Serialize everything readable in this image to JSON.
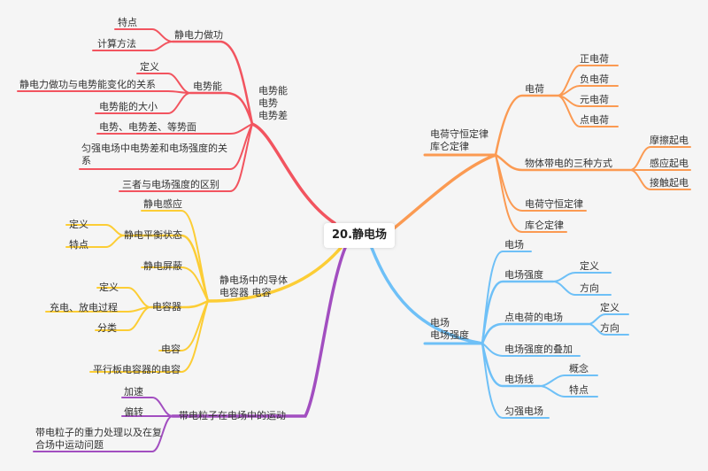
{
  "root": "20.静电场",
  "colors": {
    "red": "#f2545f",
    "yellow": "#fccd35",
    "purple": "#a24ec0",
    "orange": "#fb9a52",
    "blue": "#6ec0f7"
  },
  "branches": {
    "potential": {
      "title": "电势能\n电势\n电势差",
      "work": {
        "label": "静电力做功",
        "children": [
          "特点",
          "计算方法"
        ]
      },
      "energy": {
        "label": "电势能",
        "children": [
          "定义",
          "静电力做功与电势能变化的关系",
          "电势能的大小"
        ]
      },
      "items": [
        "电势、电势差、等势面",
        "匀强电场中电势差和电场强度的关系",
        "三者与电场强度的区别"
      ]
    },
    "conductor": {
      "title": "静电场中的导体\n电容器 电容",
      "induction": "静电感应",
      "equilibrium": {
        "label": "静电平衡状态",
        "children": [
          "定义",
          "特点"
        ]
      },
      "shielding": "静电屏蔽",
      "capacitor": {
        "label": "电容器",
        "children": [
          "定义",
          "充电、放电过程",
          "分类"
        ]
      },
      "capacitance": "电容",
      "parallel": "平行板电容器的电容"
    },
    "particle": {
      "title": "带电粒子在电场中的运动",
      "children": [
        "加速",
        "偏转",
        "带电粒子的重力处理以及在复合场中运动问题"
      ]
    },
    "charge": {
      "title": "电荷守恒定律\n库仑定律",
      "charge": {
        "label": "电荷",
        "children": [
          "正电荷",
          "负电荷",
          "元电荷",
          "点电荷"
        ]
      },
      "methods": {
        "label": "物体带电的三种方式",
        "children": [
          "摩擦起电",
          "感应起电",
          "接触起电"
        ]
      },
      "conservation": "电荷守恒定律",
      "coulomb": "库仑定律"
    },
    "field": {
      "title": "电场\n电场强度",
      "field": "电场",
      "strength": {
        "label": "电场强度",
        "children": [
          "定义",
          "方向"
        ]
      },
      "point": {
        "label": "点电荷的电场",
        "children": [
          "定义",
          "方向"
        ]
      },
      "superposition": "电场强度的叠加",
      "lines": {
        "label": "电场线",
        "children": [
          "概念",
          "特点"
        ]
      },
      "uniform": "匀强电场"
    }
  }
}
